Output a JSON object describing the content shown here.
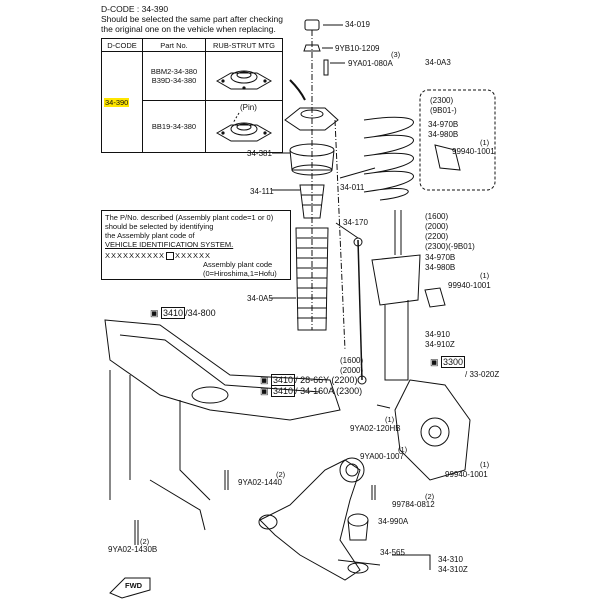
{
  "header": {
    "dcode": "D-CODE : 34-390",
    "line1": "Should be selected the same part after checking",
    "line2": "the original one on the vehicle when replacing."
  },
  "table": {
    "headers": [
      "D-CODE",
      "Part No.",
      "RUB-STRUT MTG"
    ],
    "dcode_value": "34-390",
    "parts": [
      "BBM2-34-380",
      "B39D-34-380",
      "BB19-34-380"
    ],
    "pin_label": "(Pin)"
  },
  "note": {
    "line1": "The P/No. described (Assembly plant code=1 or 0)",
    "line2": "should be selected by identifying",
    "line3": "the Assembly plant code of",
    "line4": "VEHICLE IDENTIFICATION SYSTEM.",
    "line5": "XXXXXXXXXX",
    "line5b": "XXXXXX",
    "line6": "Assembly plant code",
    "line7": "(0=Hiroshima,1=Hofu)"
  },
  "labels": {
    "l_34_019": "34-019",
    "l_9yb10": "9YB10-1209",
    "l_9ya01": "9YA01-080A",
    "l_34_0a3": "34-0A3",
    "l_34_381": "34-381",
    "l_34_111": "34-111",
    "l_34_011": "34-011",
    "l_34_170": "34-170",
    "l_34_0a5": "34-0A5",
    "l_2300": "(2300)",
    "l_9b01": "(9B01-)",
    "l_34_970b_a": "34-970B",
    "l_34_980b_a": "34-980B",
    "l_99940_a": "99940-1001",
    "l_1600": "(1600)",
    "l_2000": "(2000)",
    "l_2200": "(2200)",
    "l_2300_9b01": "(2300)(-9B01)",
    "l_34_970b_b": "34-970B",
    "l_34_980b_b": "34-980B",
    "l_99940_b": "99940-1001",
    "l_34_910": "34-910",
    "l_34_910z": "34-910Z",
    "l_1600b": "(1600)",
    "l_2000b": "(2000)",
    "l_3410a_num": "3410",
    "l_3410a_rest": "/34-800",
    "l_3410b_num": "3410",
    "l_3410b_rest": "/ 28-66Y (2200)",
    "l_3410c_num": "3410",
    "l_3410c_rest": "/ 34-160A (2300)",
    "l_3300_num": "3300",
    "l_3300_rest": "/ 33-020Z",
    "l_9ya02_120hb": "9YA02-120HB",
    "l_9ya00_1007": "9YA00-1007",
    "l_99940_c": "99940-1001",
    "l_9ya02_1440": "9YA02-1440",
    "l_99784": "99784-0812",
    "l_34_990a": "34-990A",
    "l_9ya02_1430b": "9YA02-1430B",
    "l_34_565": "34-565",
    "l_34_310": "34-310",
    "l_34_310z": "34-310Z",
    "fwd": "FWD",
    "c1": "(1)",
    "c2": "(2)",
    "c3": "(3)"
  }
}
